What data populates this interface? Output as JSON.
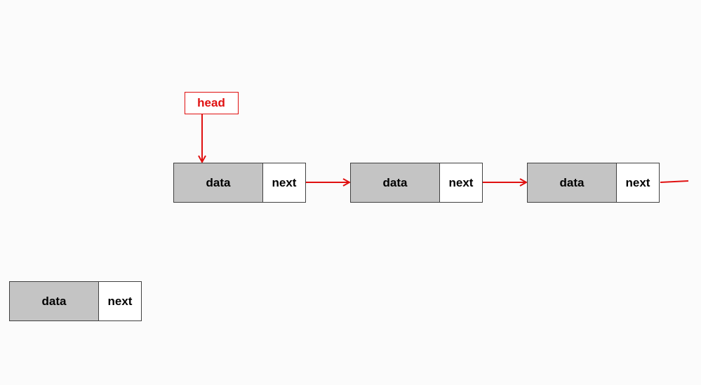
{
  "head": {
    "label": "head"
  },
  "nodes": [
    {
      "data_label": "data",
      "next_label": "next"
    },
    {
      "data_label": "data",
      "next_label": "next"
    },
    {
      "data_label": "data",
      "next_label": "next"
    }
  ],
  "standalone_node": {
    "data_label": "data",
    "next_label": "next"
  },
  "colors": {
    "pointer": "#e01010",
    "data_fill": "#c4c4c4",
    "next_fill": "#ffffff",
    "border": "#404040",
    "background": "#fbfbfb"
  }
}
